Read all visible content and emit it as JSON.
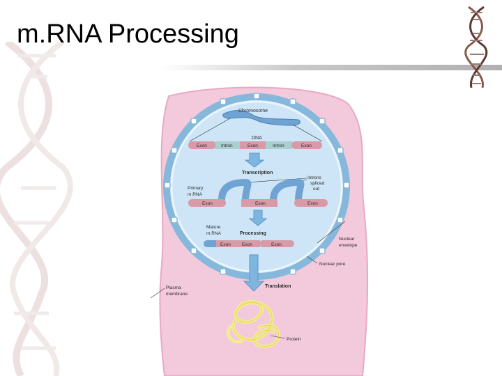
{
  "slide": {
    "title": "m.RNA Processing"
  },
  "diagram": {
    "chromosome": "Chromosome",
    "dna": "DNA",
    "dna_segments": [
      "Exon",
      "Intron",
      "Exon",
      "Intron",
      "Exon"
    ],
    "transcription": "Transcription",
    "primary_mrna": [
      "Primary",
      "m.RNA"
    ],
    "primary_exons": [
      "Exon",
      "Exon",
      "Exon"
    ],
    "introns_spliced_out": [
      "Introns",
      "spliced",
      "out"
    ],
    "mature_mrna": [
      "Mature",
      "m.RNA"
    ],
    "processing": "Processing",
    "mature_exons": [
      "Exon",
      "Exon",
      "Exon"
    ],
    "nuclear_envelope": [
      "Nuclear",
      "envelope"
    ],
    "nuclear_pore": "Nuclear pore",
    "plasma_membrane": [
      "Plasma",
      "membrane"
    ],
    "translation": "Translation",
    "protein": "Protein"
  },
  "colors": {
    "cell": "#f3c9dc",
    "nucleus": "#cfe6f6",
    "nuclear_envelope": "#86b8dc",
    "exon": "#d99aa7",
    "intron": "#a9d0cf",
    "arrow": "#7fb6e0",
    "protein": "#f3ec93"
  }
}
